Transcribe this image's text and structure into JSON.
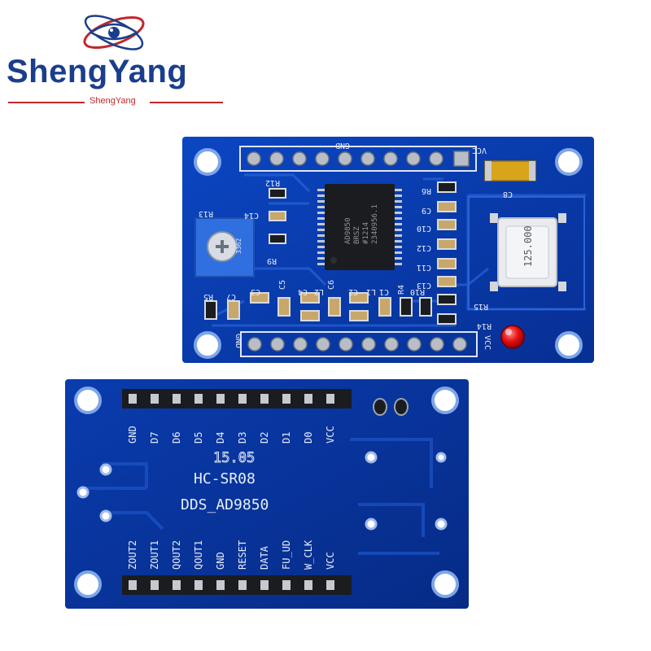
{
  "brand": {
    "name": "ShengYang",
    "subtitle": "ShengYang"
  },
  "top_board": {
    "header_gnd": "GND",
    "header_vcc": "VCC",
    "chip_text": [
      "AD9850",
      "BRSZ",
      "#1214",
      "2340956.1"
    ],
    "crystal_text": "125.000",
    "pot_text": "3362",
    "labels": [
      "R12",
      "C14",
      "R13",
      "R9",
      "R6",
      "C8",
      "C9",
      "C10",
      "C12",
      "C11",
      "C13",
      "C7",
      "R5",
      "C3",
      "C5",
      "C4",
      "L2",
      "L1",
      "C2",
      "C1",
      "R4",
      "R10",
      "R15",
      "R14",
      "C6"
    ],
    "bottom_gnd": "GND",
    "bottom_vcc": "VCC"
  },
  "bottom_board": {
    "top_pins": [
      "GND",
      "D7",
      "D6",
      "D5",
      "D4",
      "D3",
      "D2",
      "D1",
      "D0",
      "VCC"
    ],
    "bottom_pins": [
      "ZOUT2",
      "ZOUT1",
      "QOUT2",
      "QOUT1",
      "GND",
      "RESET",
      "DATA",
      "FU_UD",
      "W_CLK",
      "VCC"
    ],
    "date_code": "15.05",
    "model": "HC-SR08",
    "title": "DDS_AD9850"
  },
  "colors": {
    "pcb": "#0a3fb0",
    "pcb_dark": "#07339a",
    "trace": "#1c58d2",
    "silk": "#e8eef8",
    "brand": "#1b3e8c",
    "accent": "#c0282b"
  }
}
